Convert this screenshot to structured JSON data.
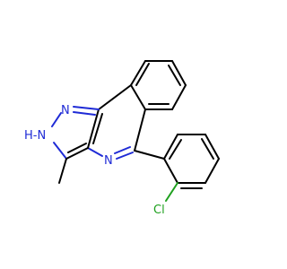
{
  "atoms": {
    "n1": {
      "text": "N",
      "color": "#1f2bd6"
    },
    "n2h": {
      "text": "H‑N",
      "color": "#1f2bd6"
    },
    "n_ring": {
      "text": "N",
      "color": "#1f2bd6"
    },
    "cl": {
      "text": "Cl",
      "color": "#1ea01e"
    }
  }
}
